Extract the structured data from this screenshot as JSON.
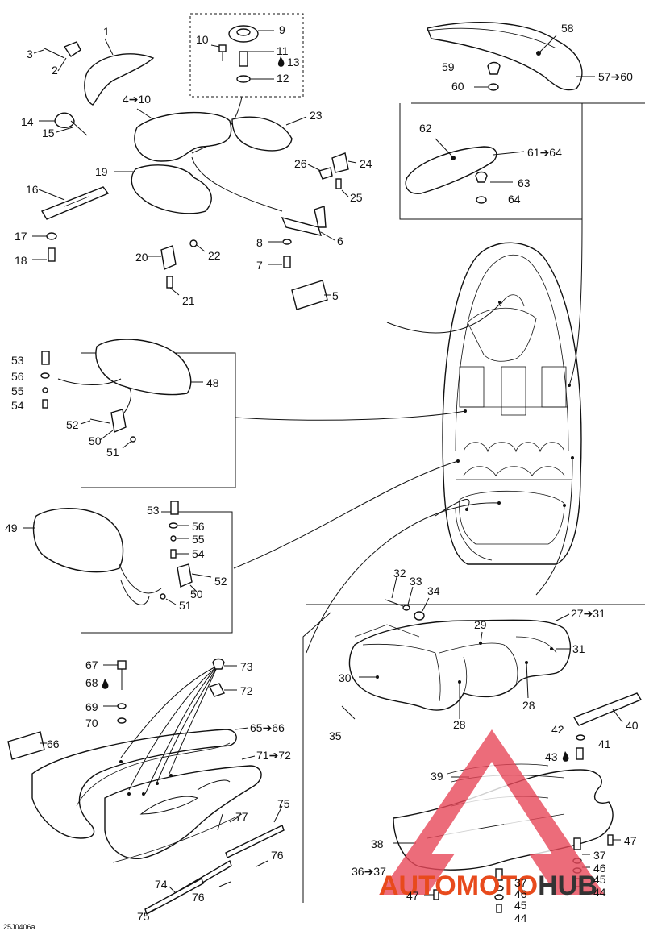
{
  "labels": [
    {
      "id": "p1",
      "text": "1"
    },
    {
      "id": "p2",
      "text": "2"
    },
    {
      "id": "p3",
      "text": "3"
    },
    {
      "id": "p4",
      "text": "4➔10"
    },
    {
      "id": "p9",
      "text": "9"
    },
    {
      "id": "p10",
      "text": "10"
    },
    {
      "id": "p11",
      "text": "11"
    },
    {
      "id": "p13",
      "text": "13"
    },
    {
      "id": "p12",
      "text": "12"
    },
    {
      "id": "p14",
      "text": "14"
    },
    {
      "id": "p15",
      "text": "15"
    },
    {
      "id": "p23",
      "text": "23"
    },
    {
      "id": "p19",
      "text": "19"
    },
    {
      "id": "p16",
      "text": "16"
    },
    {
      "id": "p17",
      "text": "17"
    },
    {
      "id": "p18",
      "text": "18"
    },
    {
      "id": "p26",
      "text": "26"
    },
    {
      "id": "p24",
      "text": "24"
    },
    {
      "id": "p25",
      "text": "25"
    },
    {
      "id": "p8",
      "text": "8"
    },
    {
      "id": "p6",
      "text": "6"
    },
    {
      "id": "p7",
      "text": "7"
    },
    {
      "id": "p20",
      "text": "20"
    },
    {
      "id": "p22",
      "text": "22"
    },
    {
      "id": "p21",
      "text": "21"
    },
    {
      "id": "p5",
      "text": "5"
    },
    {
      "id": "p58",
      "text": "58"
    },
    {
      "id": "p59",
      "text": "59"
    },
    {
      "id": "p60",
      "text": "60"
    },
    {
      "id": "p57",
      "text": "57➔60"
    },
    {
      "id": "p62",
      "text": "62"
    },
    {
      "id": "p61",
      "text": "61➔64"
    },
    {
      "id": "p63",
      "text": "63"
    },
    {
      "id": "p64",
      "text": "64"
    },
    {
      "id": "p53a",
      "text": "53"
    },
    {
      "id": "p56a",
      "text": "56"
    },
    {
      "id": "p55a",
      "text": "55"
    },
    {
      "id": "p54a",
      "text": "54"
    },
    {
      "id": "p48",
      "text": "48"
    },
    {
      "id": "p52a",
      "text": "52"
    },
    {
      "id": "p50a",
      "text": "50"
    },
    {
      "id": "p51a",
      "text": "51"
    },
    {
      "id": "p49",
      "text": "49"
    },
    {
      "id": "p53b",
      "text": "53"
    },
    {
      "id": "p56b",
      "text": "56"
    },
    {
      "id": "p55b",
      "text": "55"
    },
    {
      "id": "p54b",
      "text": "54"
    },
    {
      "id": "p52b",
      "text": "52"
    },
    {
      "id": "p50b",
      "text": "50"
    },
    {
      "id": "p51b",
      "text": "51"
    },
    {
      "id": "p32",
      "text": "32"
    },
    {
      "id": "p33",
      "text": "33"
    },
    {
      "id": "p34",
      "text": "34"
    },
    {
      "id": "p27",
      "text": "27➔31"
    },
    {
      "id": "p29",
      "text": "29"
    },
    {
      "id": "p31",
      "text": "31"
    },
    {
      "id": "p30",
      "text": "30"
    },
    {
      "id": "p28a",
      "text": "28"
    },
    {
      "id": "p28b",
      "text": "28"
    },
    {
      "id": "p35",
      "text": "35"
    },
    {
      "id": "p40",
      "text": "40"
    },
    {
      "id": "p42",
      "text": "42"
    },
    {
      "id": "p41",
      "text": "41"
    },
    {
      "id": "p43",
      "text": "43"
    },
    {
      "id": "p39",
      "text": "39"
    },
    {
      "id": "p47a",
      "text": "47"
    },
    {
      "id": "p38",
      "text": "38"
    },
    {
      "id": "p37a",
      "text": "37"
    },
    {
      "id": "p46a",
      "text": "46"
    },
    {
      "id": "p45a",
      "text": "45"
    },
    {
      "id": "p44a",
      "text": "44"
    },
    {
      "id": "p36",
      "text": "36➔37"
    },
    {
      "id": "p47b",
      "text": "47"
    },
    {
      "id": "p37b",
      "text": "37"
    },
    {
      "id": "p46b",
      "text": "46"
    },
    {
      "id": "p45b",
      "text": "45"
    },
    {
      "id": "p44b",
      "text": "44"
    },
    {
      "id": "p67",
      "text": "67"
    },
    {
      "id": "p73",
      "text": "73"
    },
    {
      "id": "p68",
      "text": "68"
    },
    {
      "id": "p72",
      "text": "72"
    },
    {
      "id": "p69",
      "text": "69"
    },
    {
      "id": "p70",
      "text": "70"
    },
    {
      "id": "p65",
      "text": "65➔66"
    },
    {
      "id": "p66",
      "text": "66"
    },
    {
      "id": "p71",
      "text": "71➔72"
    },
    {
      "id": "p75a",
      "text": "75"
    },
    {
      "id": "p77",
      "text": "77"
    },
    {
      "id": "p76a",
      "text": "76"
    },
    {
      "id": "p74",
      "text": "74"
    },
    {
      "id": "p76b",
      "text": "76"
    },
    {
      "id": "p75b",
      "text": "75"
    }
  ],
  "figure_code": "25J0406a",
  "watermark": {
    "text": "AUTOMOTOHUB",
    "auto_color": "#e84a1c",
    "moto_color": "#e84a1c",
    "hub_color": "#333333",
    "triangle_color": "#e8485a"
  }
}
